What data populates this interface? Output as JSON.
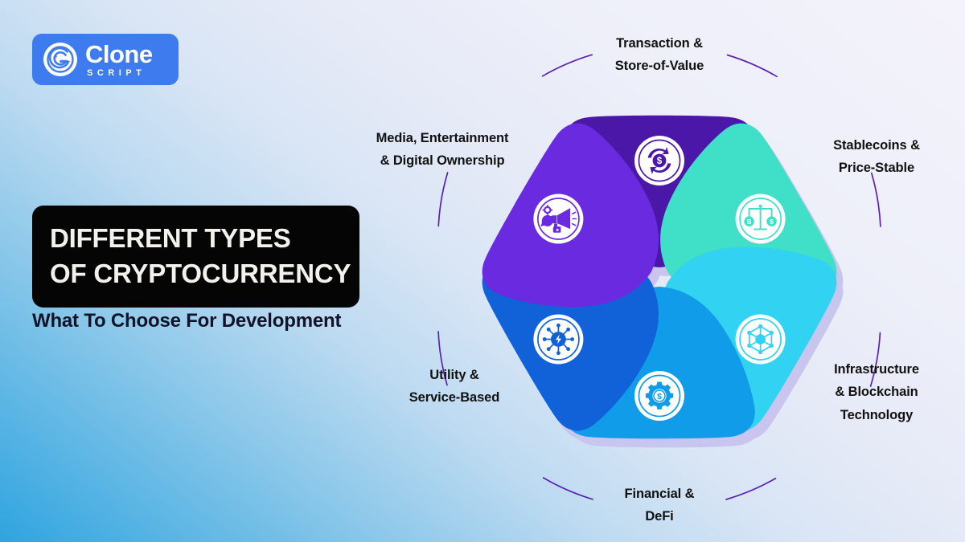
{
  "brand": {
    "logo_main": "Clone",
    "logo_sub": "SCRIPT",
    "logo_icon": "clone-spiral-c-icon",
    "logo_bg": "#3E7BEF"
  },
  "heading": {
    "title_line1": "DIFFERENT TYPES",
    "title_line2": "OF CRYPTOCURRENCY",
    "subtitle": "What To Choose For Development",
    "title_bg": "#050505",
    "title_color": "#F3F1EC",
    "subtitle_color": "#111428"
  },
  "diagram": {
    "type": "segmented-wheel",
    "segment_count": 6,
    "outer_arc_color": "#5B21B6",
    "shadow_color": "#C7C3EE",
    "segments": [
      {
        "id": "transaction-store-of-value",
        "label_line1": "Transaction &",
        "label_line2": "Store-of-Value",
        "label_line3": "",
        "color": "#4B17A8",
        "icon": "currency-exchange-dollar-icon",
        "position": "top"
      },
      {
        "id": "stablecoins-price-stable",
        "label_line1": "Stablecoins &",
        "label_line2": "Price-Stable",
        "label_line3": "",
        "color": "#40E0C8",
        "icon": "balance-scale-bitcoin-dollar-icon",
        "position": "top-right"
      },
      {
        "id": "infrastructure-blockchain-technology",
        "label_line1": "Infrastructure",
        "label_line2": "& Blockchain",
        "label_line3": "Technology",
        "color": "#31D2F2",
        "icon": "blockchain-cube-network-icon",
        "position": "bottom-right"
      },
      {
        "id": "financial-defi",
        "label_line1": "Financial &",
        "label_line2": "DeFi",
        "label_line3": "",
        "color": "#109CE8",
        "icon": "gear-dollar-icon",
        "position": "bottom"
      },
      {
        "id": "utility-service-based",
        "label_line1": "Utility &",
        "label_line2": "Service-Based",
        "label_line3": "",
        "color": "#1161D8",
        "icon": "lightning-node-network-icon",
        "position": "bottom-left"
      },
      {
        "id": "media-entertainment-digital-ownership",
        "label_line1": "Media, Entertainment",
        "label_line2": "& Digital Ownership",
        "label_line3": "",
        "color": "#6A2BE0",
        "icon": "megaphone-media-icon",
        "position": "top-left"
      }
    ]
  },
  "background": {
    "gradient_from": "#2FA4E0",
    "gradient_to": "#F4F3FB"
  }
}
